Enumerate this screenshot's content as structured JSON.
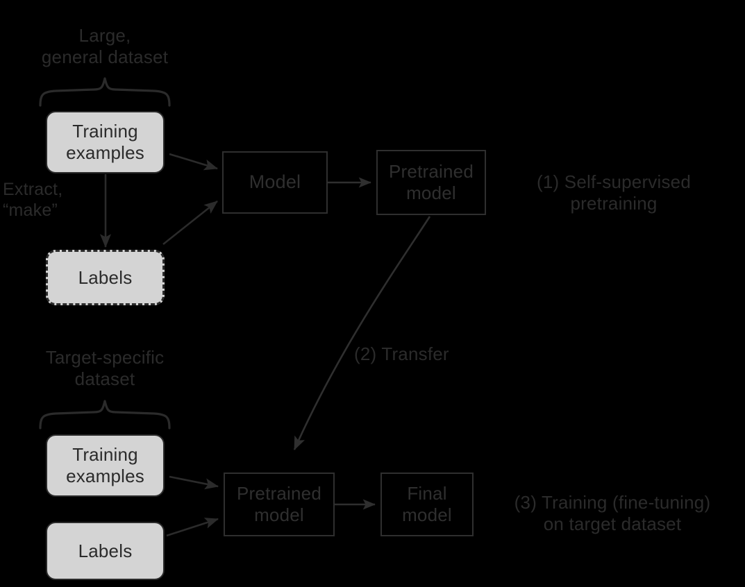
{
  "diagram": {
    "title": "Self-supervised pretraining and transfer learning workflow",
    "background_color": "#000000",
    "box_fill_color": "#d4d4d4",
    "stroke_color": "#2b2b2b",
    "text_color": "#2b2b2b"
  },
  "top_section": {
    "dataset_label": "Large,\ngeneral dataset",
    "training_examples": "Training\nexamples",
    "extract_label": "Extract,\n“make”",
    "labels": "Labels",
    "model": "Model",
    "pretrained_model": "Pretrained\nmodel",
    "stage_caption": "(1) Self-supervised\npretraining"
  },
  "transfer": {
    "label": "(2) Transfer"
  },
  "bottom_section": {
    "dataset_label": "Target-specific\ndataset",
    "training_examples": "Training\nexamples",
    "labels": "Labels",
    "pretrained_model": "Pretrained\nmodel",
    "final_model": "Final\nmodel",
    "stage_caption": "(3) Training (fine-tuning)\non target dataset"
  }
}
